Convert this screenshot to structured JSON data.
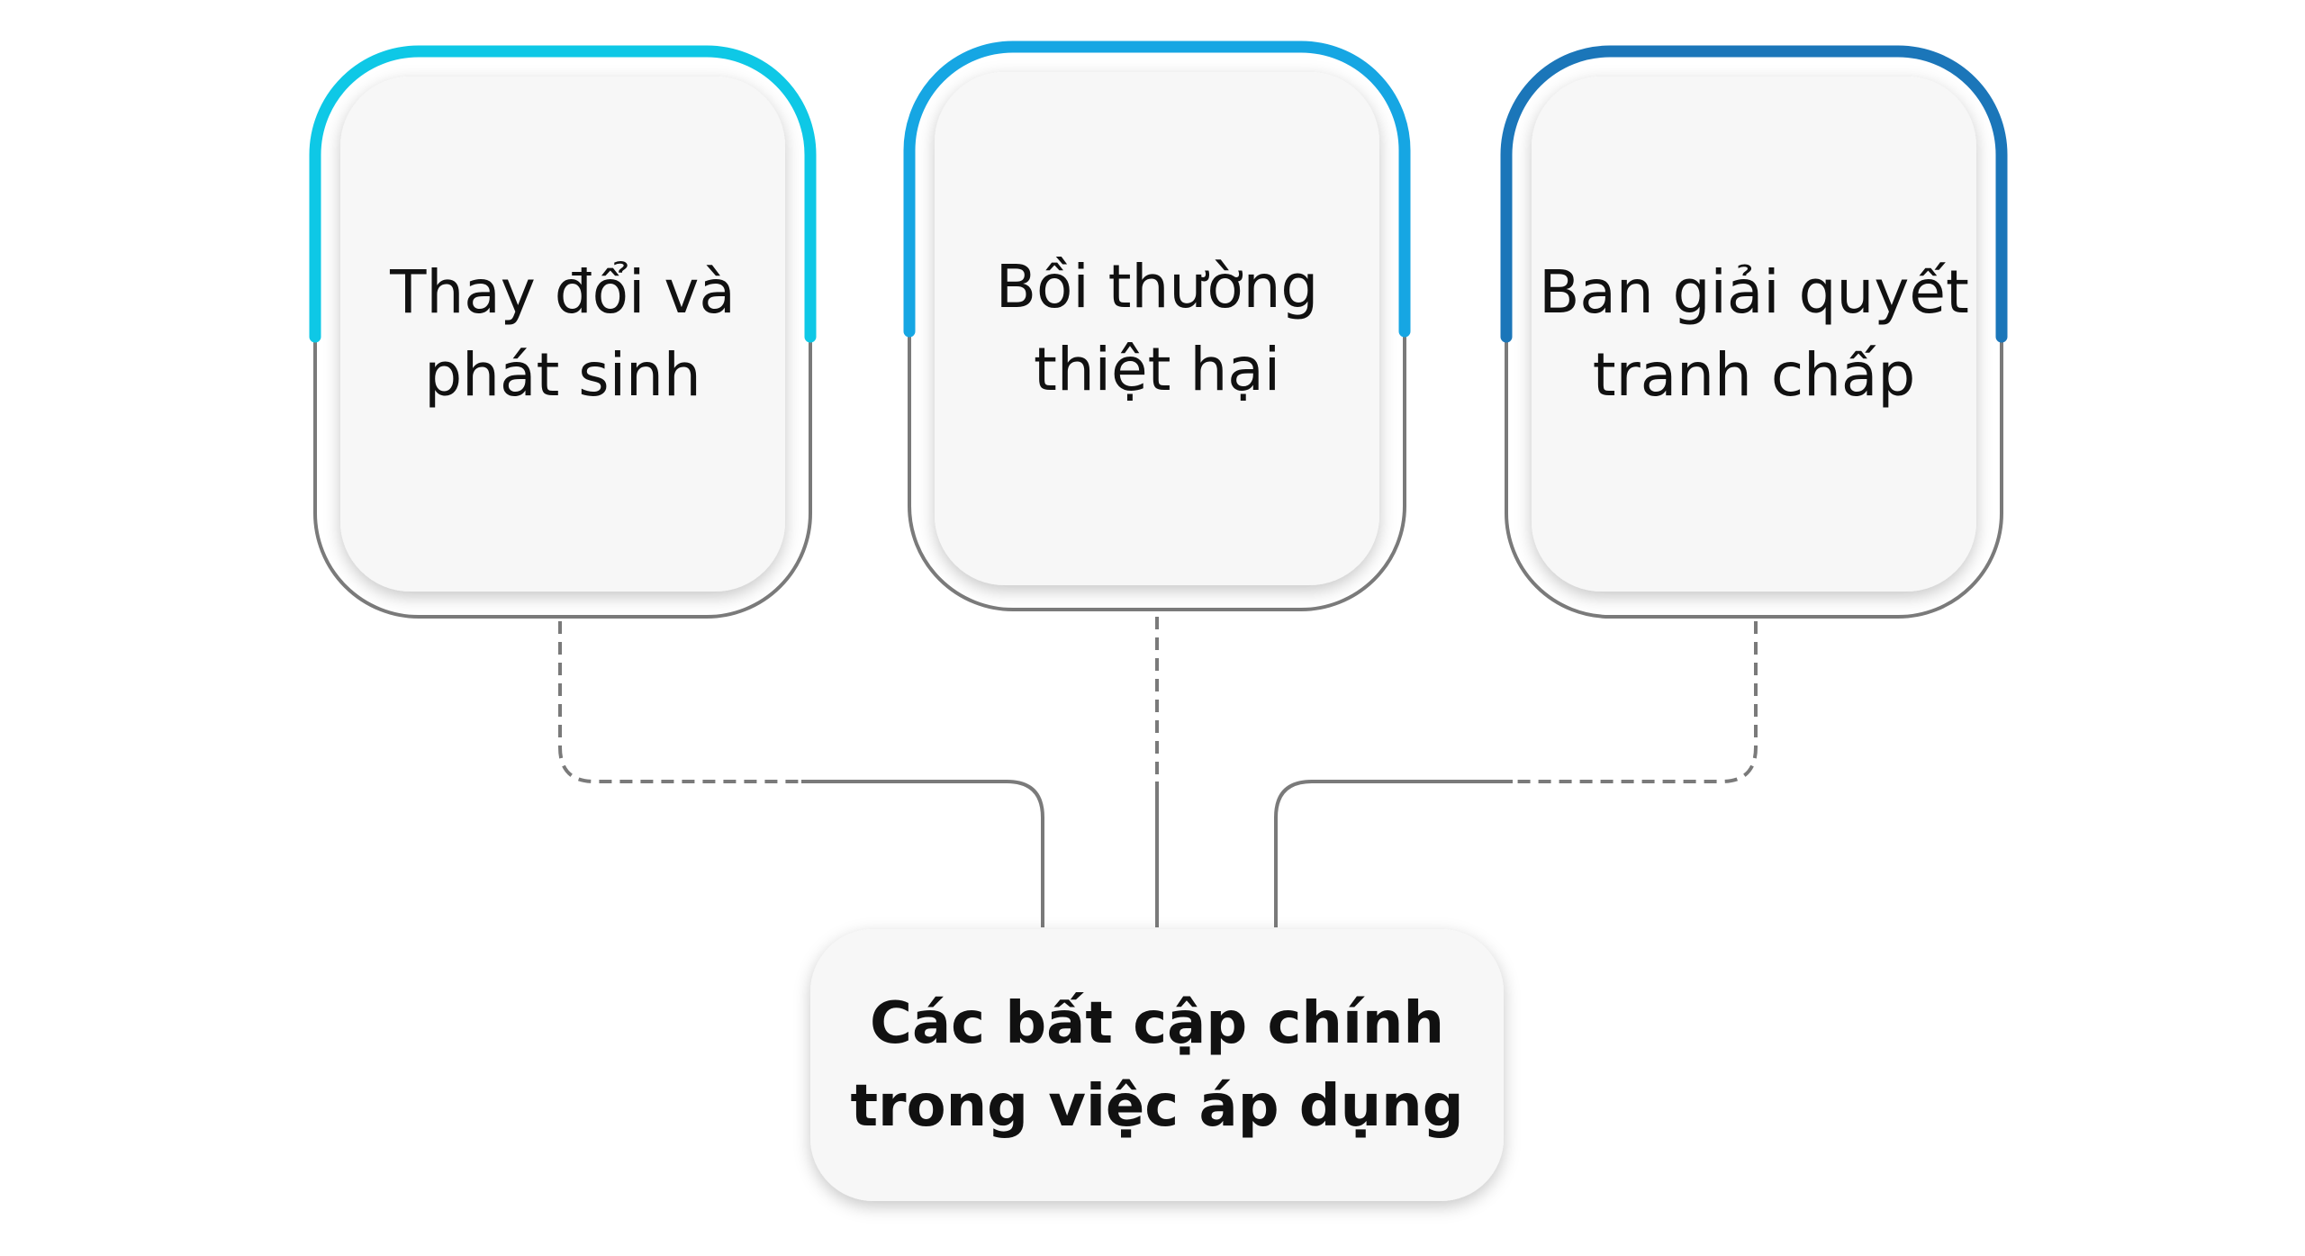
{
  "diagram": {
    "cards": [
      {
        "lines": [
          "Thay đổi và",
          "phát sinh"
        ],
        "accent_color": "#0ec8e6"
      },
      {
        "lines": [
          "Bồi thường",
          "thiệt hại"
        ],
        "accent_color": "#16a6e3"
      },
      {
        "lines": [
          "Ban giải quyết",
          "tranh chấp"
        ],
        "accent_color": "#1b76b9"
      }
    ],
    "center": {
      "lines": [
        "Các bất cập chính",
        "trong việc áp dụng"
      ]
    },
    "colors": {
      "card_fill": "#f7f7f7",
      "outline": "#7a7a7a",
      "connector": "#7a7a7a",
      "text": "#111111"
    }
  }
}
